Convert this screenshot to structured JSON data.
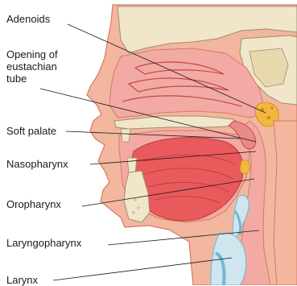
{
  "labels": {
    "adenoids": "Adenoids",
    "eustachian_line1": "Opening of",
    "eustachian_line2": "eustachian",
    "eustachian_line3": "tube",
    "soft_palate": "Soft palate",
    "nasopharynx": "Nasopharynx",
    "oropharynx": "Oropharynx",
    "laryngopharynx": "Laryngopharynx",
    "larynx": "Larynx"
  },
  "colors": {
    "skin": "#f2b79e",
    "skin_outline": "#d57a64",
    "cavity": "#f3a9a4",
    "tongue": "#e85a5c",
    "tongue_lines": "#b83a3c",
    "bone": "#f1e6c9",
    "bone_outline": "#9b8e71",
    "bone_spot": "#cbbd95",
    "cartilage": "#cfe6ef",
    "cartilage_blue": "#6fb7d8",
    "adenoid": "#f2b73e",
    "leader": "#1a1a1a"
  }
}
